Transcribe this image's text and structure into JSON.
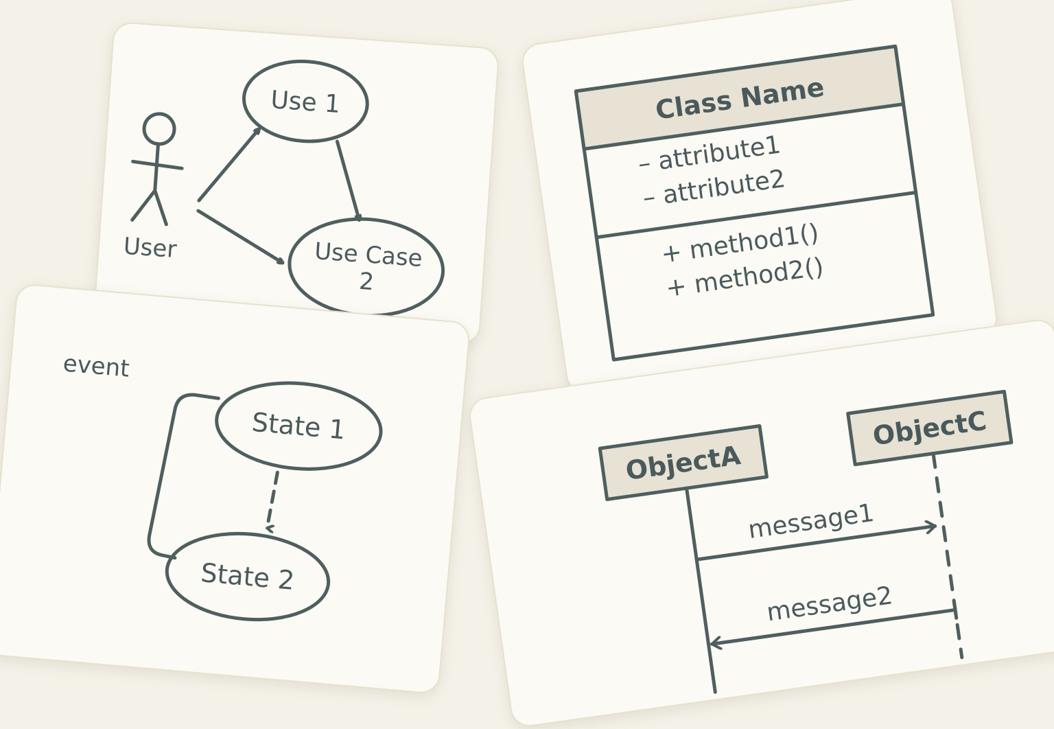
{
  "use_case_diagram": {
    "actor_label": "User",
    "use_case_1": "Use 1",
    "use_case_2_line1": "Use Case",
    "use_case_2_line2": "2"
  },
  "class_diagram": {
    "class_name": "Class Name",
    "attributes": [
      "– attribute1",
      "– attribute2"
    ],
    "methods": [
      "+  method1()",
      "+  method2()"
    ]
  },
  "state_diagram": {
    "event_label": "event",
    "state_1": "State 1",
    "state_2": "State 2"
  },
  "sequence_diagram": {
    "object_a": "ObjectA",
    "object_c": "ObjectC",
    "message_1": "message1",
    "message_2": "message2"
  },
  "colors": {
    "background": "#f4f1e8",
    "card": "#fbfaf4",
    "stroke": "#4f5f5f",
    "header_fill": "#e7e2d4"
  }
}
